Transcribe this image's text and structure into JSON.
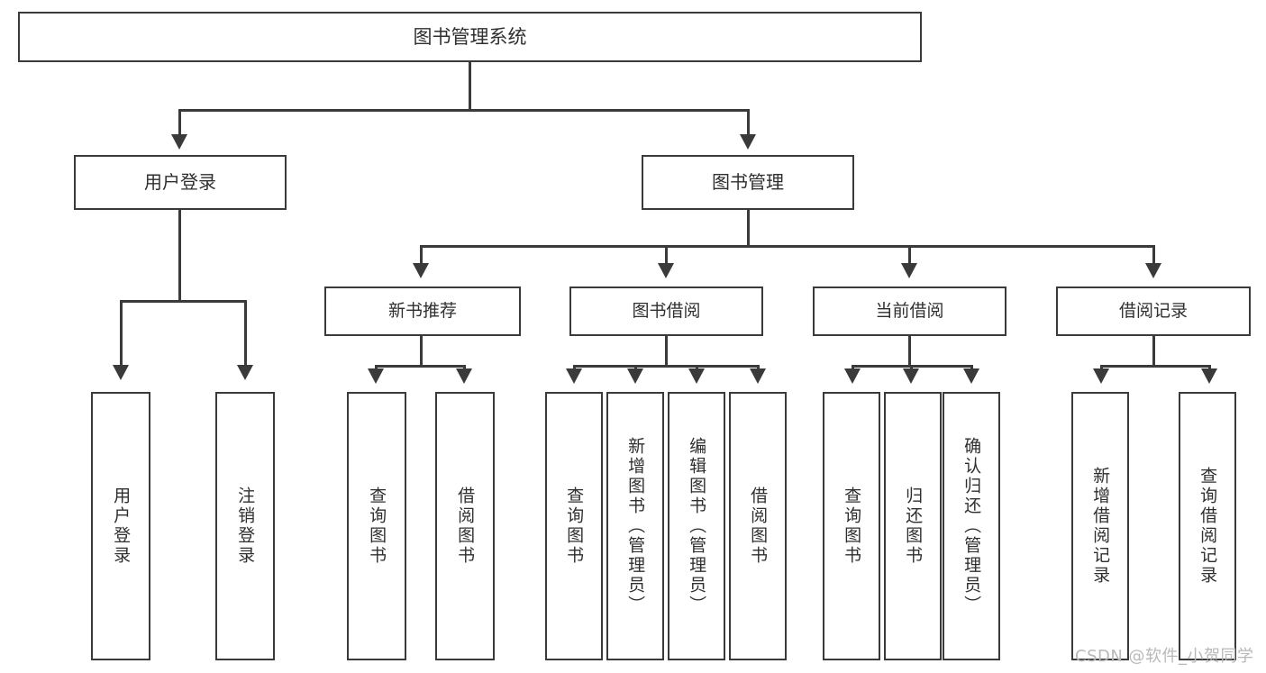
{
  "diagram": {
    "title": "图书管理系统",
    "root": {
      "label": "图书管理系统"
    },
    "level1": [
      {
        "label": "用户登录"
      },
      {
        "label": "图书管理"
      }
    ],
    "level2": [
      {
        "label": "新书推荐"
      },
      {
        "label": "图书借阅"
      },
      {
        "label": "当前借阅"
      },
      {
        "label": "借阅记录"
      }
    ],
    "leaves": {
      "user_login": [
        {
          "label": "用户登录"
        },
        {
          "label": "注销登录"
        }
      ],
      "new_book_recommend": [
        {
          "label": "查询图书"
        },
        {
          "label": "借阅图书"
        }
      ],
      "book_borrow": [
        {
          "label": "查询图书"
        },
        {
          "label": "新增图书（管理员）"
        },
        {
          "label": "编辑图书（管理员）"
        },
        {
          "label": "借阅图书"
        }
      ],
      "current_borrow": [
        {
          "label": "查询图书"
        },
        {
          "label": "归还图书"
        },
        {
          "label": "确认归还（管理员）"
        }
      ],
      "borrow_record": [
        {
          "label": "新增借阅记录"
        },
        {
          "label": "查询借阅记录"
        }
      ]
    }
  },
  "watermark": {
    "text": "CSDN @软件_小贺同学"
  },
  "colors": {
    "stroke": "#3a3a3a",
    "text": "#2f2f2f",
    "background": "#ffffff",
    "watermark": "#b8b8b8"
  }
}
